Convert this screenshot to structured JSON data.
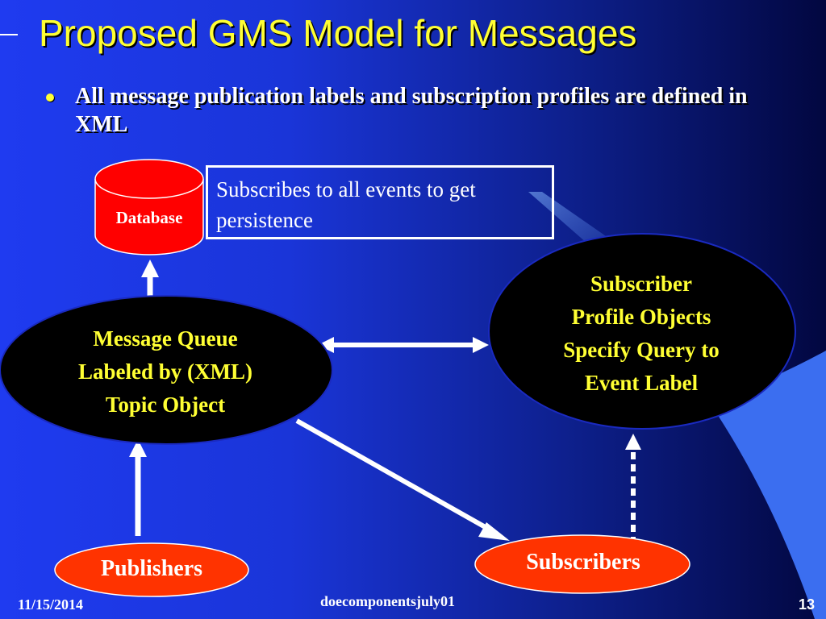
{
  "slide": {
    "title": "Proposed GMS Model for Messages",
    "bullet": "All message publication labels and subscription profiles are defined in XML"
  },
  "diagram": {
    "database_label": "Database",
    "persistence_note": "Subscribes to all events to get persistence",
    "message_queue": "Message Queue\nLabeled by (XML)\nTopic Object",
    "subscriber_profiles": "Subscriber\nProfile Objects\nSpecify Query to\nEvent Label",
    "publishers": "Publishers",
    "subscribers": "Subscribers"
  },
  "footer": {
    "date": "11/15/2014",
    "center": "doecomponentsjuly01",
    "page": "13"
  },
  "colors": {
    "title": "#ffff33",
    "ellipse_fill": "#000000",
    "pill_fill": "#ff3300",
    "db_fill": "#ff0000"
  }
}
